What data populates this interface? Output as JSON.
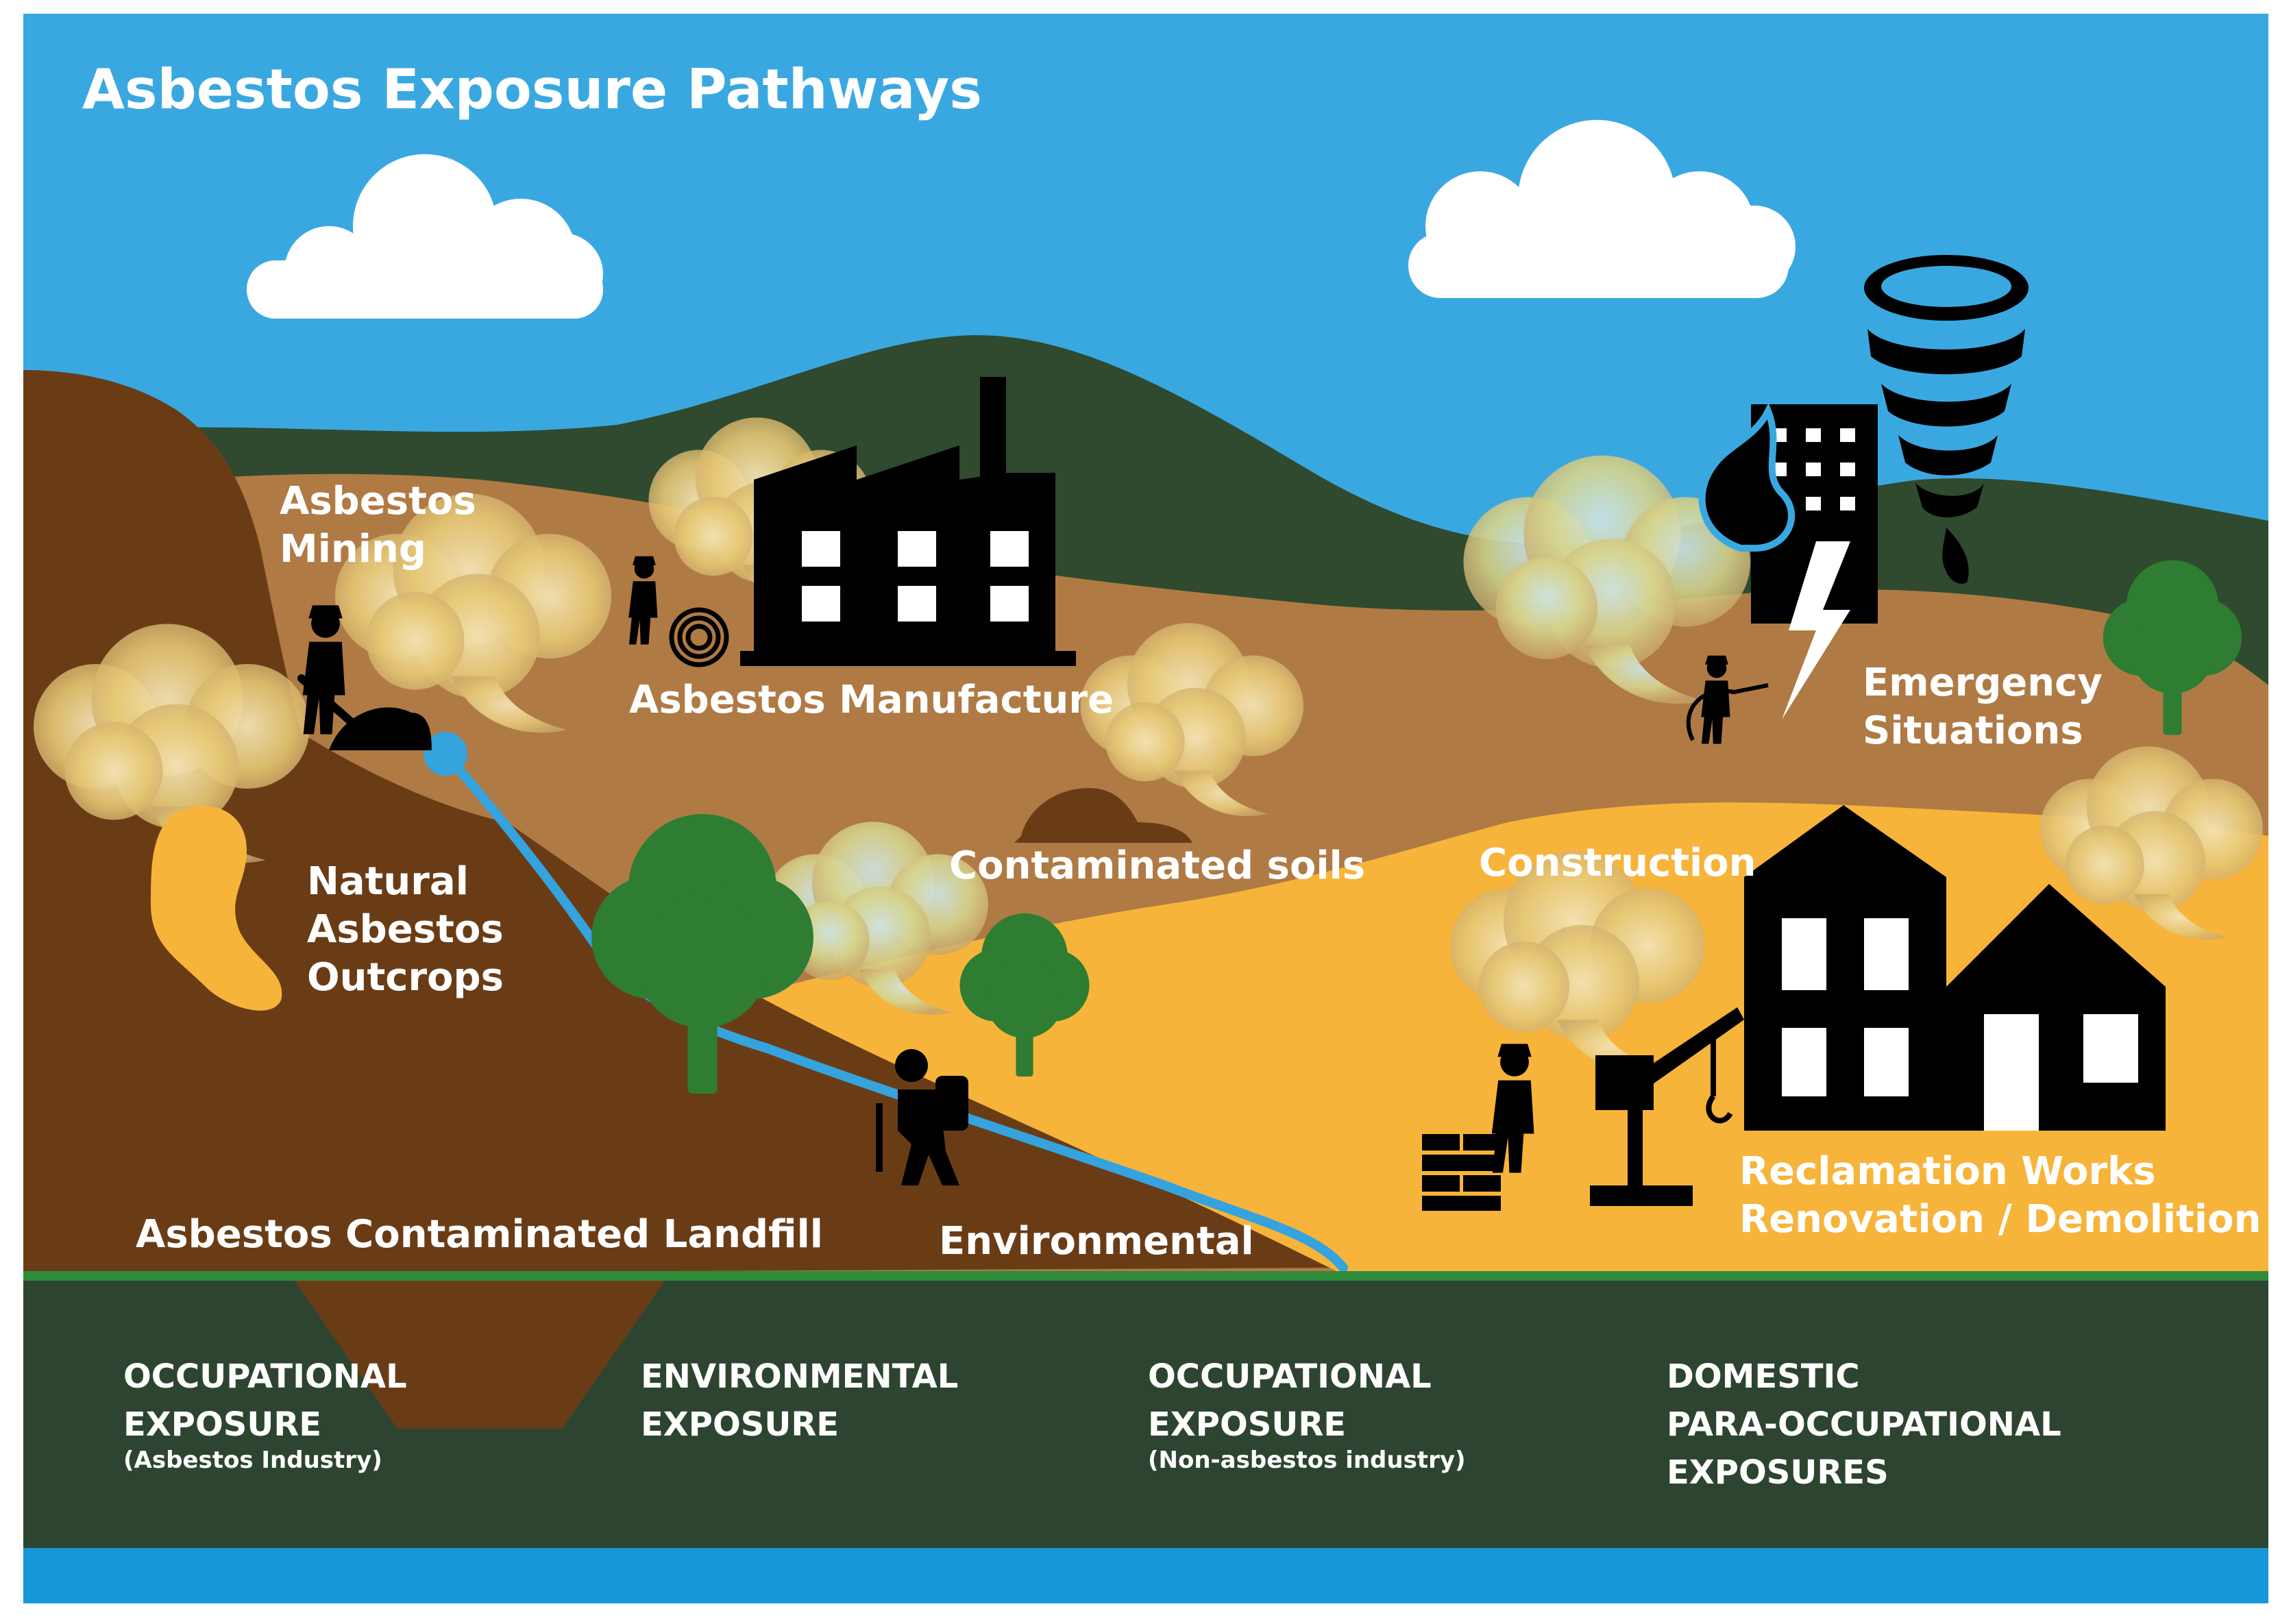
{
  "title": "Asbestos Exposure Pathways",
  "labels": {
    "mining": [
      "Asbestos",
      "Mining"
    ],
    "manufacture": "Asbestos Manufacture",
    "outcrops": [
      "Natural",
      "Asbestos",
      "Outcrops"
    ],
    "contaminated_soils": "Contaminated soils",
    "construction": "Construction",
    "emergency": [
      "Emergency",
      "Situations"
    ],
    "landfill": "Asbestos Contaminated Landfill",
    "environmental": "Environmental",
    "reclamation": [
      "Reclamation Works",
      "Renovation / Demolition"
    ]
  },
  "categories": [
    {
      "lines": [
        "OCCUPATIONAL",
        "EXPOSURE"
      ],
      "sub": "(Asbestos Industry)"
    },
    {
      "lines": [
        "ENVIRONMENTAL",
        "EXPOSURE"
      ],
      "sub": ""
    },
    {
      "lines": [
        "OCCUPATIONAL",
        "EXPOSURE"
      ],
      "sub": "(Non-asbestos industry)"
    },
    {
      "lines": [
        "DOMESTIC",
        "PARA-OCCUPATIONAL",
        "EXPOSURES"
      ],
      "sub": ""
    }
  ],
  "colors": {
    "sky": "#3aa8e0",
    "mountain": "#2f4a2e",
    "mid_hill": "#b07a45",
    "left_hill": "#6a3c16",
    "yellow_hill": "#f7b43a",
    "ground": "#2d4530",
    "grass_line": "#2e8b3a",
    "water": "#1597d8",
    "river": "#34a3de",
    "tree": "#2e7d32",
    "trunk": "#2e7d32",
    "silhouette": "#000000",
    "cloud": "#ffffff",
    "text": "#ffffff"
  },
  "icons": [
    "cloud-icon",
    "factory-icon",
    "tornado-icon",
    "fire-icon",
    "lightning-icon",
    "tree-icon",
    "house-icon",
    "crane-icon",
    "brick-wall-icon",
    "worker-icon",
    "hiker-icon",
    "dust-cloud-icon"
  ]
}
